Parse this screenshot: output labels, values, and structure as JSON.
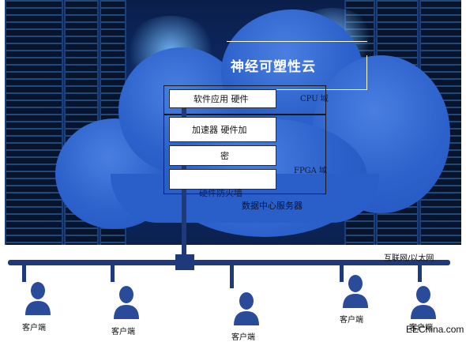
{
  "diagram": {
    "title": "神经可塑性云",
    "cpu_domain_label": "CPU 域",
    "fpga_domain_label": "FPGA 域",
    "boxes": [
      {
        "label": "软件应用 硬件"
      },
      {
        "label": "加速器 硬件加"
      },
      {
        "label": "密"
      },
      {
        "label": "硬件防火墙"
      }
    ],
    "datacenter_label": "数据中心服务器",
    "network_label": "互联网/以太网",
    "clients": [
      {
        "label": "客户端"
      },
      {
        "label": "客户端"
      },
      {
        "label": "客户端"
      },
      {
        "label": "客户端"
      },
      {
        "label": "客户端"
      }
    ],
    "brand": "EEChina.com",
    "colors": {
      "cloud": "#2d62cc",
      "bus": "#1f3a7a",
      "client_icon": "#2a4a9a",
      "photo_bg": "#0d2d6b"
    }
  }
}
